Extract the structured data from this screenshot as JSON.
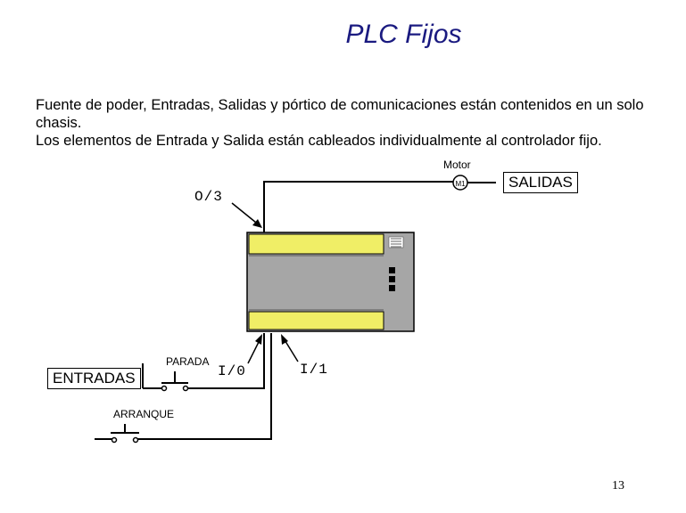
{
  "title": "PLC Fijos",
  "description": {
    "line1": "Fuente de poder, Entradas, Salidas y pórtico de comunicaciones están contenidos en un solo chasis.",
    "line2": "Los elementos de Entrada y Salida están cableados individualmente al controlador fijo."
  },
  "diagram": {
    "motor_label": "Motor",
    "motor_symbol": "M1",
    "outputs_label": "SALIDAS",
    "output_address": "O/3",
    "inputs_label": "ENTRADAS",
    "stop_label": "PARADA",
    "start_label": "ARRANQUE",
    "input0_address": "I/0",
    "input1_address": "I/1"
  },
  "page_number": "13",
  "colors": {
    "title": "#1a1a80",
    "plc_body": "#a6a6a6",
    "plc_terminal_strip": "#f0ee66"
  }
}
